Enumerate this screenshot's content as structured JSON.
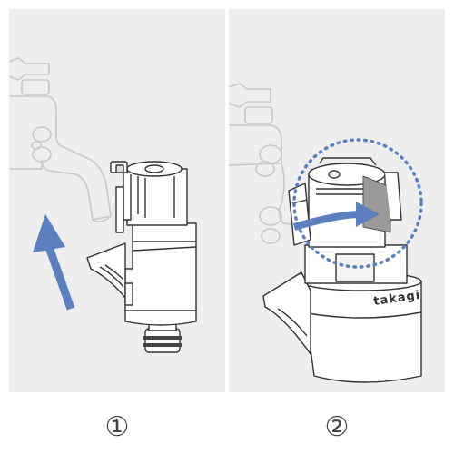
{
  "steps": [
    {
      "number_label": "①"
    },
    {
      "number_label": "②"
    }
  ],
  "brand_text": "takagi",
  "colors": {
    "arrow": "#5b7fbf",
    "panel_bg": "#eeeeee",
    "faint_line": "#c9c9c9",
    "line": "#333333",
    "shade": "#9a9a9a"
  }
}
